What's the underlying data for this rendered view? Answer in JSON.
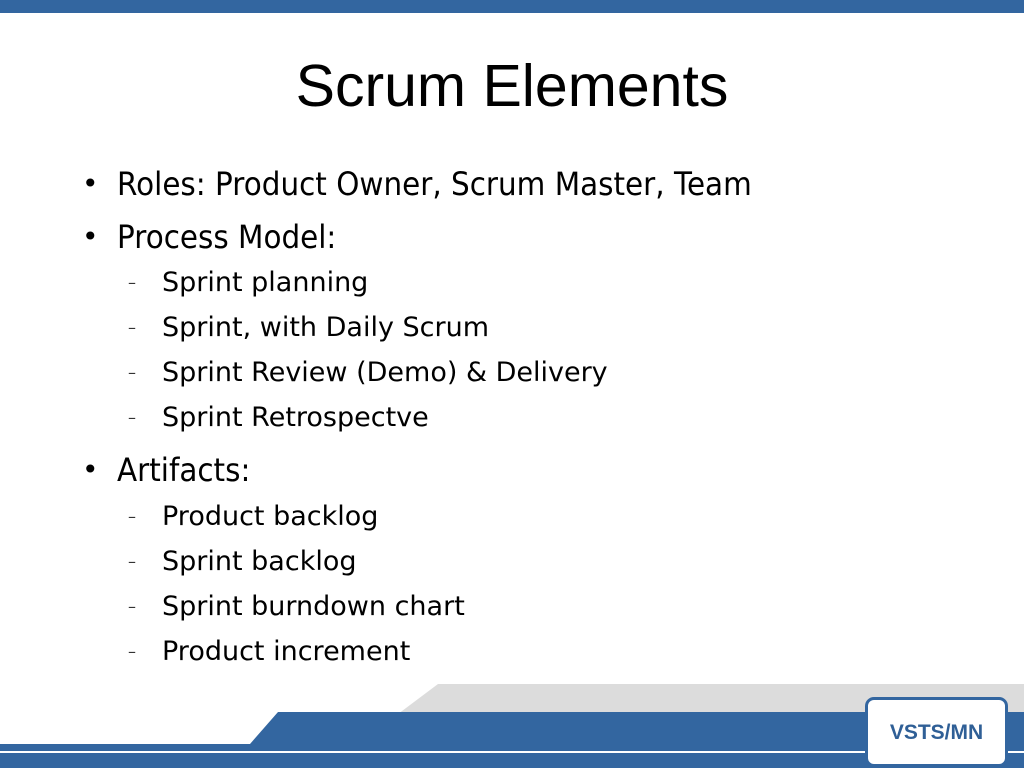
{
  "slide": {
    "title": "Scrum Elements",
    "colors": {
      "accent_blue": "#3366a0",
      "footer_gray": "#dcdcdc",
      "logo_text": "#2f5f96"
    }
  },
  "items": [
    {
      "level": 1,
      "text": "Roles: Product Owner, Scrum Master, Team"
    },
    {
      "level": 1,
      "text": "Process Model:"
    },
    {
      "level": 2,
      "text": "Sprint planning"
    },
    {
      "level": 2,
      "text": "Sprint, with Daily Scrum"
    },
    {
      "level": 2,
      "text": "Sprint Review (Demo) & Delivery"
    },
    {
      "level": 2,
      "text": "Sprint Retrospectve"
    },
    {
      "level": 1,
      "text": "Artifacts:"
    },
    {
      "level": 2,
      "text": "Product backlog"
    },
    {
      "level": 2,
      "text": "Sprint backlog"
    },
    {
      "level": 2,
      "text": "Sprint burndown chart"
    },
    {
      "level": 2,
      "text": "Product increment"
    }
  ],
  "markers": {
    "level1": "•",
    "level2": "–"
  },
  "logo": {
    "text": "VSTS/MN"
  }
}
